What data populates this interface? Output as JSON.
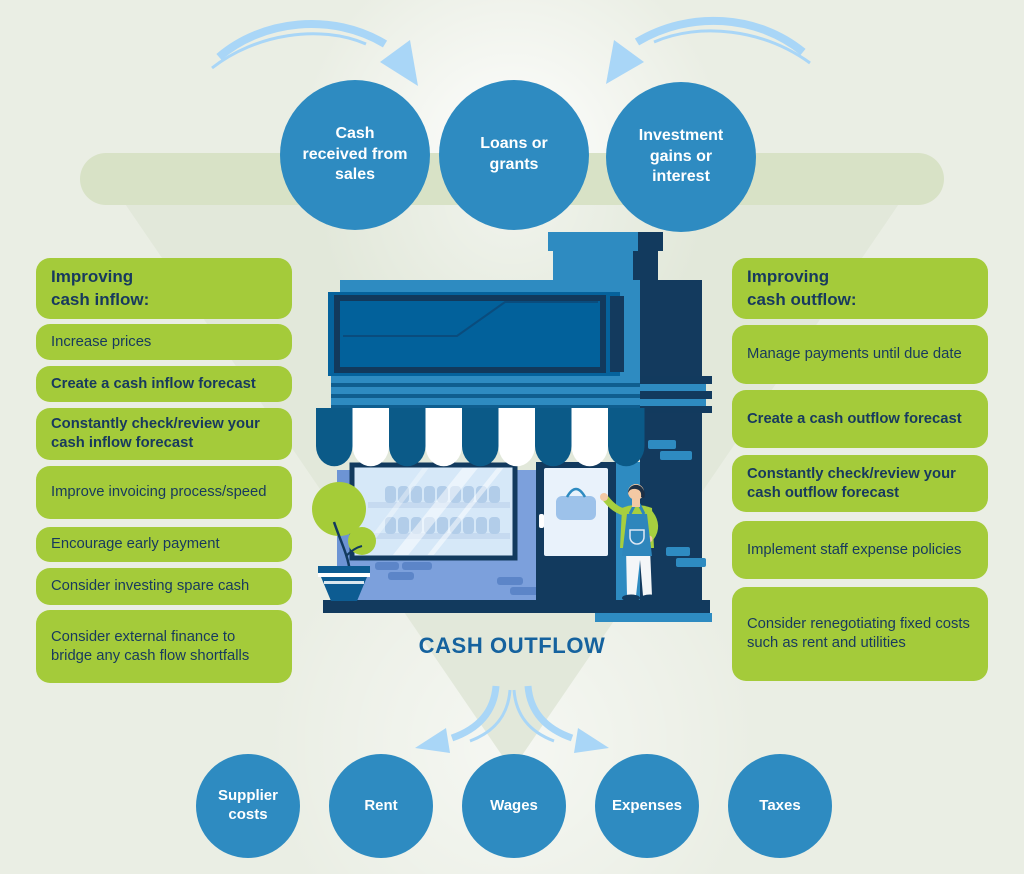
{
  "colors": {
    "background": "#eaeee4",
    "top_band": "#d8e2c6",
    "funnel_triangle": "#e2e8da",
    "circle_blue": "#2e8bc1",
    "green_box": "#a4cb3a",
    "navy_text": "#17395e",
    "outflow_label_blue": "#15629e",
    "arrow_light_blue": "#a9d6f7",
    "circle_text": "#ffffff"
  },
  "inflow_circles": [
    {
      "label": "Cash received from sales"
    },
    {
      "label": "Loans or grants"
    },
    {
      "label": "Investment gains or interest"
    }
  ],
  "outflow_circles": [
    {
      "label": "Supplier costs"
    },
    {
      "label": "Rent"
    },
    {
      "label": "Wages"
    },
    {
      "label": "Expenses"
    },
    {
      "label": "Taxes"
    }
  ],
  "left_panel": {
    "header": "Improving\ncash inflow:",
    "items": [
      {
        "text": "Increase prices"
      },
      {
        "text": "Create a cash inflow forecast"
      },
      {
        "text": "Constantly check/review your cash inflow forecast"
      },
      {
        "text": "Improve invoicing process/speed"
      },
      {
        "text": "Encourage early payment"
      },
      {
        "text": "Consider investing spare cash"
      },
      {
        "text": "Consider external finance to bridge any cash flow shortfalls"
      }
    ]
  },
  "right_panel": {
    "header": "Improving\ncash outflow:",
    "items": [
      {
        "text": "Manage payments until due date"
      },
      {
        "text": "Create a cash outflow forecast"
      },
      {
        "text": "Constantly check/review your cash outflow forecast"
      },
      {
        "text": "Implement staff expense policies"
      },
      {
        "text": "Consider renegotiating fixed costs such as rent and utilities"
      }
    ]
  },
  "center_label": "CASH OUTFLOW",
  "icons": {
    "inflow_arrow_left": "curved-arrow-down-right",
    "inflow_arrow_right": "curved-arrow-down-left",
    "outflow_arrow_left": "curved-arrow-down-left",
    "outflow_arrow_right": "curved-arrow-down-right",
    "storefront": "shop-building-illustration"
  }
}
